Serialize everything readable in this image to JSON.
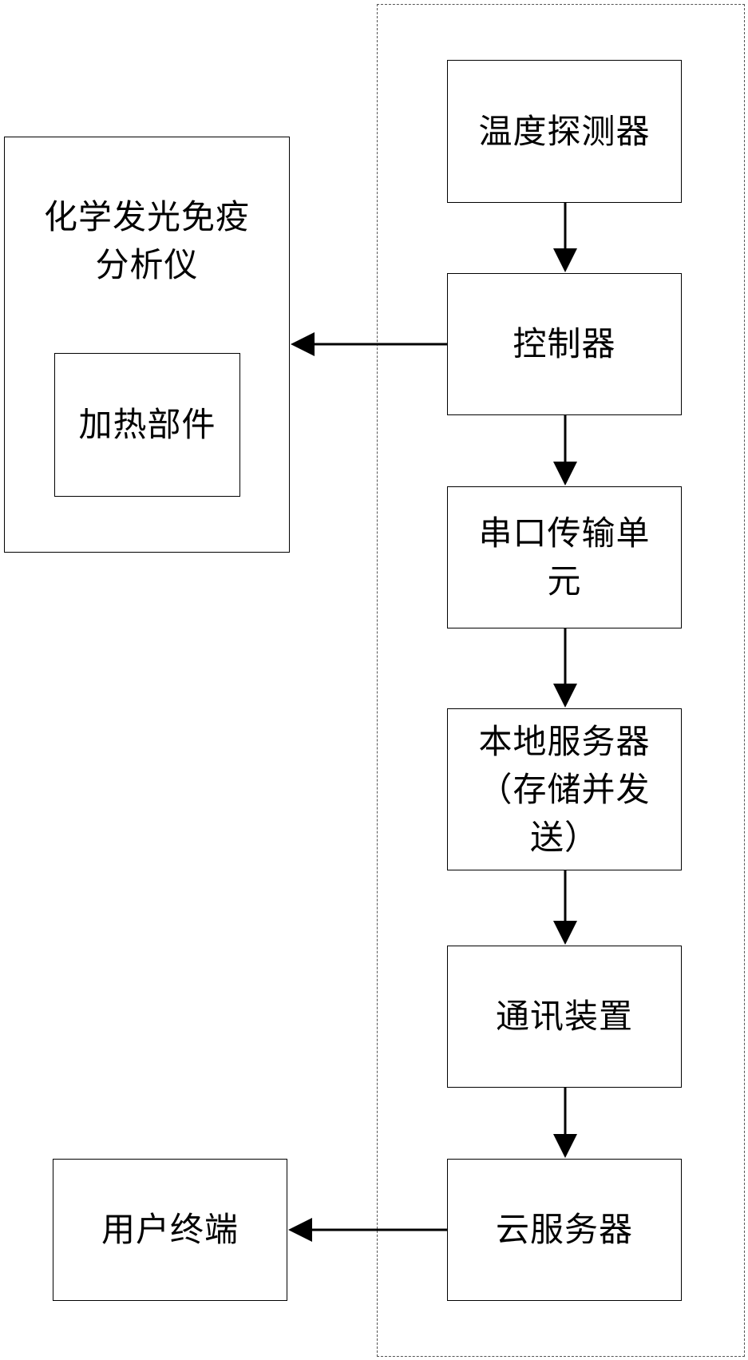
{
  "analyzer": {
    "title": "化学发光免疫\n分析仪",
    "heating_part": "加热部件"
  },
  "pipeline": {
    "temperature_detector": "温度探测器",
    "controller": "控制器",
    "serial_unit": "串口传输单\n元",
    "local_server": "本地服务器\n（存储并发\n送）",
    "comm_device": "通讯装置",
    "cloud_server": "云服务器"
  },
  "user_terminal": "用户终端"
}
